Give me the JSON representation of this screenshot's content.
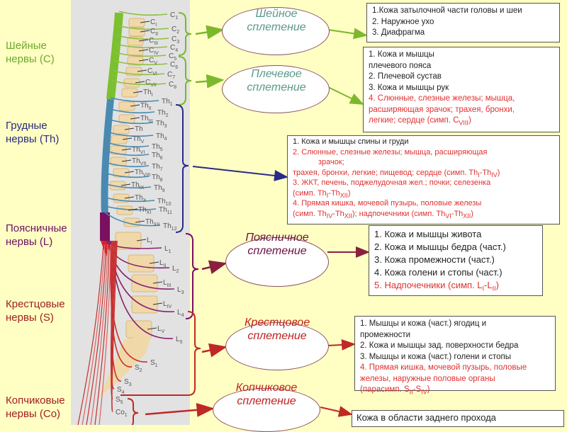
{
  "colors": {
    "cervical": "#7cb82c",
    "thoracic": "#2a2a88",
    "lumbar": "#7a1060",
    "sacral": "#c02828",
    "coccygeal": "#c02828",
    "background": "#ffffc4",
    "panel": "#e2e2e2"
  },
  "groups": [
    {
      "label": "Шейные нервы (C)",
      "color": "#6aaa2a"
    },
    {
      "label": "Грудные нервы (Th)",
      "color": "#2a2a80"
    },
    {
      "label": "Поясничные нервы (L)",
      "color": "#6a1060"
    },
    {
      "label": "Крестцовые нервы (S)",
      "color": "#a02020"
    },
    {
      "label": "Копчиковые нервы (Co)",
      "color": "#a02020"
    }
  ],
  "plexuses": {
    "cervical": "Шейное сплетение",
    "brachial": "Плечевое сплетение",
    "lumbar": "Поясничное сплетение",
    "sacral": "Крестцовое сплетение",
    "coccygeal": "Копчиковое сплетение"
  },
  "boxes": {
    "cervical": [
      "1.Кожа затылочной части головы и шеи",
      "2. Наружное ухо",
      "3. Диафрагма"
    ],
    "brachial": {
      "black": [
        "1. Кожа и мышцы",
        "плечевого пояса",
        "2. Плечевой сустав",
        "3. Кожа и мышцы рук"
      ],
      "red": [
        "4. Слюнные, слезные железы; мышца,",
        "расширяющая зрачок; трахея, бронхи,",
        "легкие; сердце (симп. C"
      ],
      "red_sub": "VIII",
      "red_end": ")"
    },
    "thoracic": {
      "l1": "1. Кожа и мышцы спины и груди",
      "l2": "2. Слюнные, слезные железы; мышца, расширяющая",
      "l3": "зрачок;",
      "l4": "трахея, бронхи, легкие; пищевод; сердце (симп. Th",
      "l4s1": "I",
      "l4m": "-Th",
      "l4s2": "IV",
      "l4e": ")",
      "l5": "3. ЖКТ, печень, поджелудочная жел.; почки; селезенка",
      "l6": "(симп. Th",
      "l6s1": "I",
      "l6m": "-Th",
      "l6s2": "XII",
      "l6e": ")",
      "l7": "4. Прямая кишка, мочевой пузырь, половые железы",
      "l8": "(симп. Th",
      "l8s1": "IV",
      "l8m": "-Th",
      "l8s2": "XII",
      "l8m2": "); надпочечники (симп. Th",
      "l8s3": "VI",
      "l8m3": "-Th",
      "l8s4": "XII",
      "l8e": ")"
    },
    "lumbar": {
      "black": [
        "1. Кожа и мышцы живота",
        "2. Кожа и мышцы бедра (част.)",
        "3. Кожа промежности (част.)",
        "4. Кожа голени и стопы (част.)"
      ],
      "red": "5. Надпочечники (симп. L",
      "s1": "I",
      "m": "-L",
      "s2": "II",
      "e": ")"
    },
    "sacral": {
      "black": [
        "1. Мышцы и кожа (част.) ягодиц и",
        "промежности",
        "2. Кожа и мышцы зад. поверхности бедра",
        "3. Мышцы и кожа (част.) голени и стопы"
      ],
      "red": [
        "4. Прямая кишка, мочевой пузырь, половые",
        "железы, наружные половые органы"
      ],
      "red_last": "(парасимп. S",
      "s1": "II",
      "m": "-S",
      "s2": "IV",
      "e": ")"
    },
    "coccygeal": "Кожа в области заднего прохода"
  },
  "nerves": [
    {
      "b": "C",
      "s": "1",
      "g": "c"
    },
    {
      "b": "C",
      "s": "2",
      "g": "c"
    },
    {
      "b": "C",
      "s": "3",
      "g": "c"
    },
    {
      "b": "C",
      "s": "4",
      "g": "c"
    },
    {
      "b": "C",
      "s": "5",
      "g": "c"
    },
    {
      "b": "C",
      "s": "6",
      "g": "c"
    },
    {
      "b": "C",
      "s": "7",
      "g": "c"
    },
    {
      "b": "C",
      "s": "8",
      "g": "c"
    },
    {
      "b": "Th",
      "s": "1",
      "g": "t"
    },
    {
      "b": "Th",
      "s": "2",
      "g": "t"
    },
    {
      "b": "Th",
      "s": "3",
      "g": "t"
    },
    {
      "b": "Th",
      "s": "4",
      "g": "t"
    },
    {
      "b": "Th",
      "s": "5",
      "g": "t"
    },
    {
      "b": "Th",
      "s": "6",
      "g": "t"
    },
    {
      "b": "Th",
      "s": "7",
      "g": "t"
    },
    {
      "b": "Th",
      "s": "8",
      "g": "t"
    },
    {
      "b": "Th",
      "s": "9",
      "g": "t"
    },
    {
      "b": "Th",
      "s": "10",
      "g": "t"
    },
    {
      "b": "Th",
      "s": "11",
      "g": "t"
    },
    {
      "b": "Th",
      "s": "12",
      "g": "t"
    },
    {
      "b": "L",
      "s": "1",
      "g": "l"
    },
    {
      "b": "L",
      "s": "2",
      "g": "l"
    },
    {
      "b": "L",
      "s": "3",
      "g": "l"
    },
    {
      "b": "L",
      "s": "4",
      "g": "l"
    },
    {
      "b": "L",
      "s": "5",
      "g": "l"
    },
    {
      "b": "S",
      "s": "1",
      "g": "s"
    },
    {
      "b": "S",
      "s": "2",
      "g": "s"
    },
    {
      "b": "S",
      "s": "3",
      "g": "s"
    },
    {
      "b": "S",
      "s": "4",
      "g": "s"
    },
    {
      "b": "S",
      "s": "5",
      "g": "s"
    },
    {
      "b": "Co",
      "s": "1",
      "g": "s"
    }
  ],
  "vertebrae": [
    {
      "b": "C",
      "s": "I"
    },
    {
      "b": "C",
      "s": "II"
    },
    {
      "b": "C",
      "s": "III"
    },
    {
      "b": "C",
      "s": "IV"
    },
    {
      "b": "C",
      "s": "V"
    },
    {
      "b": "C",
      "s": "VI"
    },
    {
      "b": "C",
      "s": "VII"
    },
    {
      "b": "Th",
      "s": "I"
    },
    {
      "b": "Th",
      "s": "II"
    },
    {
      "b": "Th",
      "s": "III"
    },
    {
      "b": "Th",
      "s": ""
    },
    {
      "b": "Th",
      "s": "V"
    },
    {
      "b": "Th",
      "s": "VI"
    },
    {
      "b": "Th",
      "s": "VII"
    },
    {
      "b": "Th",
      "s": "VIII"
    },
    {
      "b": "Th",
      "s": "IX"
    },
    {
      "b": "Th",
      "s": "X"
    },
    {
      "b": "Th",
      "s": "XI"
    },
    {
      "b": "Th",
      "s": "XII"
    },
    {
      "b": "L",
      "s": "I"
    },
    {
      "b": "L",
      "s": "II"
    },
    {
      "b": "L",
      "s": "III"
    },
    {
      "b": "L",
      "s": "IV"
    },
    {
      "b": "L",
      "s": "V"
    }
  ]
}
